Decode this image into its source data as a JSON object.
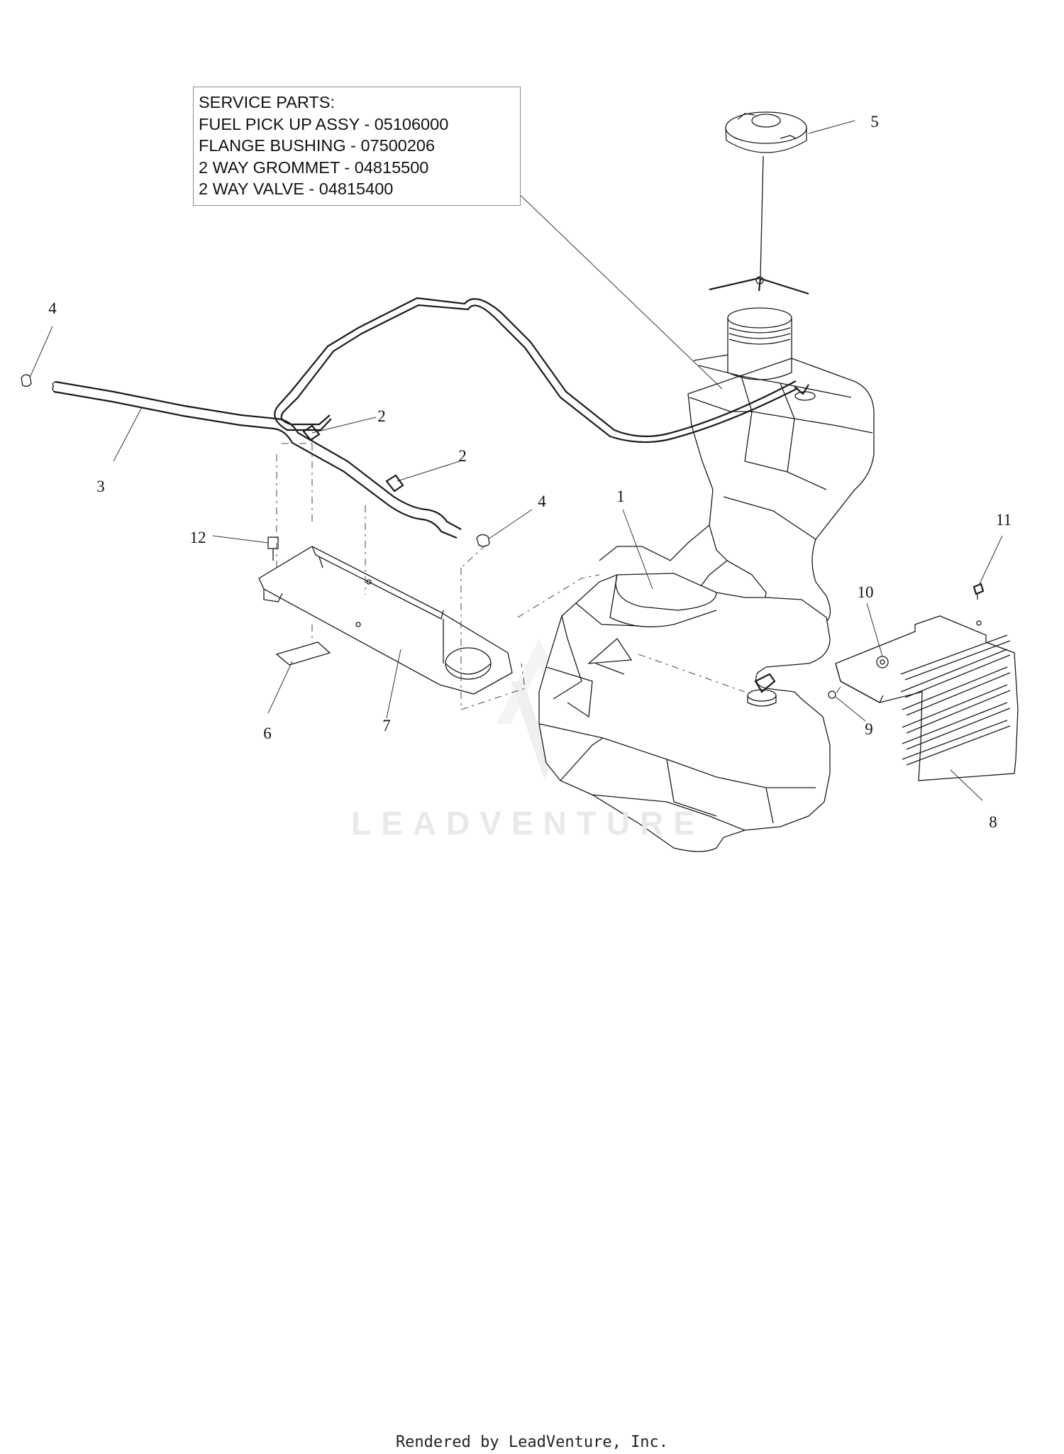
{
  "service_parts": {
    "lines": [
      "SERVICE PARTS:",
      "FUEL PICK UP ASSY - 05106000",
      "FLANGE BUSHING - 07500206",
      "2 WAY GROMMET - 04815500",
      "2 WAY VALVE - 04815400"
    ]
  },
  "callouts": {
    "c1": "1",
    "c2a": "2",
    "c2b": "2",
    "c3": "3",
    "c4a": "4",
    "c4b": "4",
    "c5": "5",
    "c6": "6",
    "c7": "7",
    "c8": "8",
    "c9": "9",
    "c10": "10",
    "c11": "11",
    "c12": "12"
  },
  "watermark": "LEADVENTURE",
  "footer": "Rendered by LeadVenture, Inc."
}
